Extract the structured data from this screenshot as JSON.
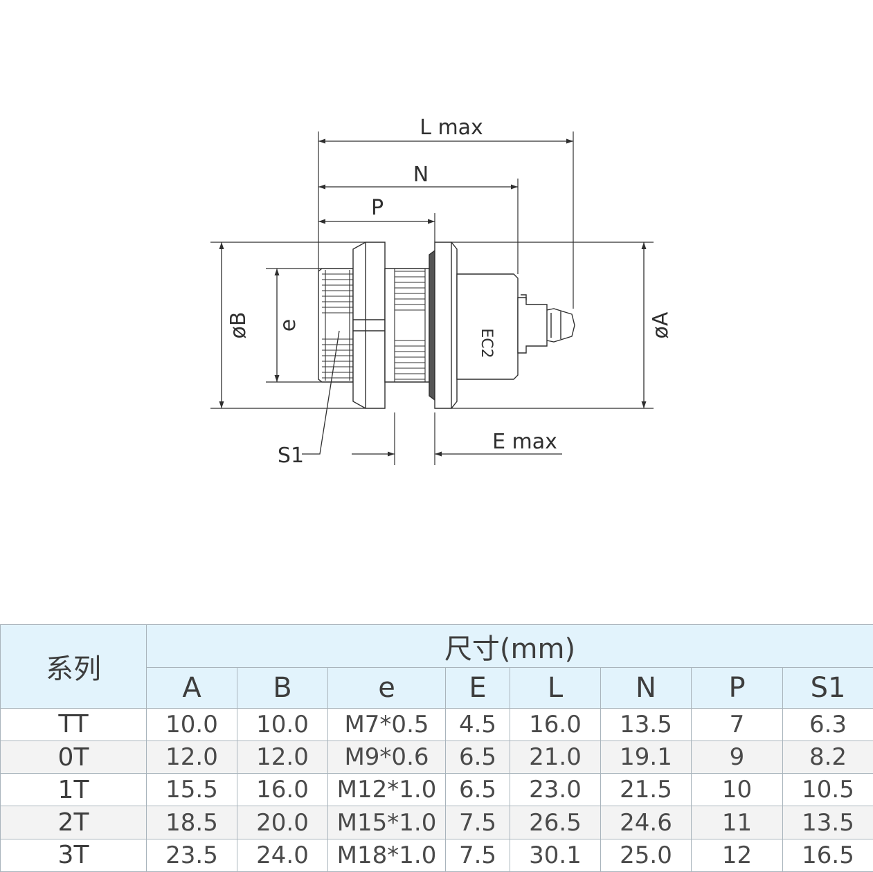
{
  "drawing": {
    "labels": {
      "l_max": "L max",
      "n": "N",
      "p": "P",
      "phi_b": "øB",
      "e": "e",
      "phi_a": "øA",
      "s1": "S1",
      "e_max": "E max",
      "body_mark": "EC2"
    }
  },
  "table": {
    "series_header": "系列",
    "dimension_header": "尺寸(mm)",
    "columns": [
      "A",
      "B",
      "e",
      "E",
      "L",
      "N",
      "P",
      "S1"
    ],
    "rows": [
      {
        "series": "TT",
        "values": [
          "10.0",
          "10.0",
          "M7*0.5",
          "4.5",
          "16.0",
          "13.5",
          "7",
          "6.3"
        ]
      },
      {
        "series": "0T",
        "values": [
          "12.0",
          "12.0",
          "M9*0.6",
          "6.5",
          "21.0",
          "19.1",
          "9",
          "8.2"
        ]
      },
      {
        "series": "1T",
        "values": [
          "15.5",
          "16.0",
          "M12*1.0",
          "6.5",
          "23.0",
          "21.5",
          "10",
          "10.5"
        ]
      },
      {
        "series": "2T",
        "values": [
          "18.5",
          "20.0",
          "M15*1.0",
          "7.5",
          "26.5",
          "24.6",
          "11",
          "13.5"
        ]
      },
      {
        "series": "3T",
        "values": [
          "23.5",
          "24.0",
          "M18*1.0",
          "7.5",
          "30.1",
          "25.0",
          "12",
          "16.5"
        ]
      }
    ]
  },
  "colors": {
    "header_bg": "#e2f3fc",
    "alt_row_bg": "#f3f3f3",
    "grid": "#a9b4bc"
  }
}
